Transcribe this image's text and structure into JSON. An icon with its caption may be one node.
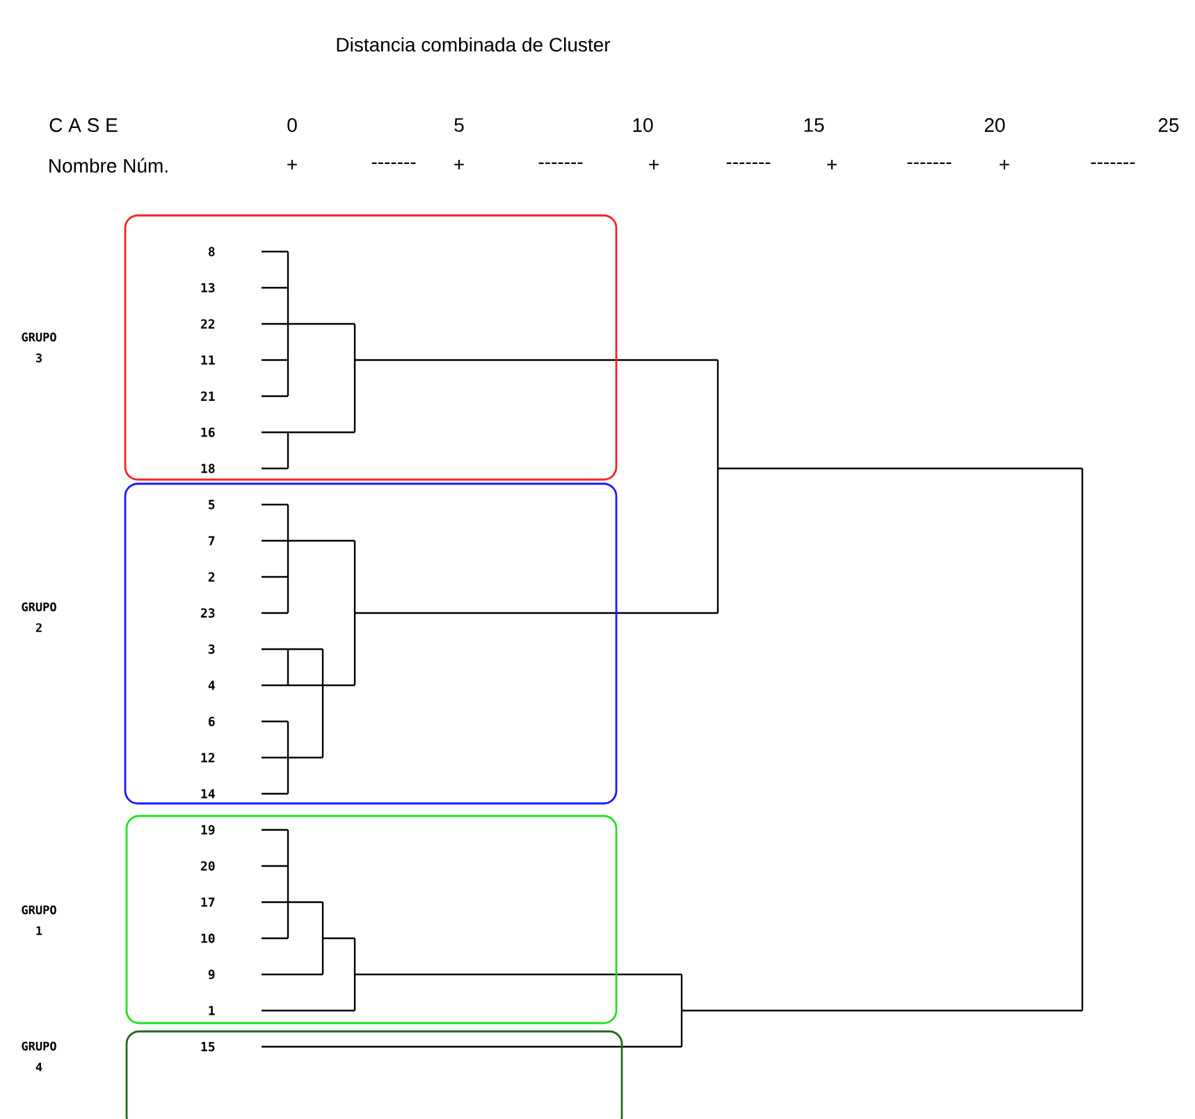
{
  "diagram": {
    "title": "Distancia combinada de Cluster",
    "nodes": [
      {
        "text": [
          "8",
          "13",
          "22",
          "11",
          "21",
          "16",
          "18"
        ]
      },
      {
        "text": [
          "5",
          "7",
          "2",
          "23",
          "3",
          "4",
          "6",
          "12",
          "14"
        ]
      },
      {
        "text": [
          "19",
          "20",
          "17",
          "10",
          "9",
          "1"
        ]
      },
      {
        "text": [
          "15"
        ]
      }
    ],
    "labels": [
      "C A S E",
      "0",
      "5",
      "10",
      "15",
      "20",
      "25",
      "Nombre Núm.",
      "+",
      "-------",
      "+",
      "-------",
      "+",
      "-------",
      "+",
      "-------",
      "+",
      "-------",
      "GRUPO 3",
      "GRUPO 2",
      "GRUPO 1",
      "GRUPO 4"
    ]
  }
}
